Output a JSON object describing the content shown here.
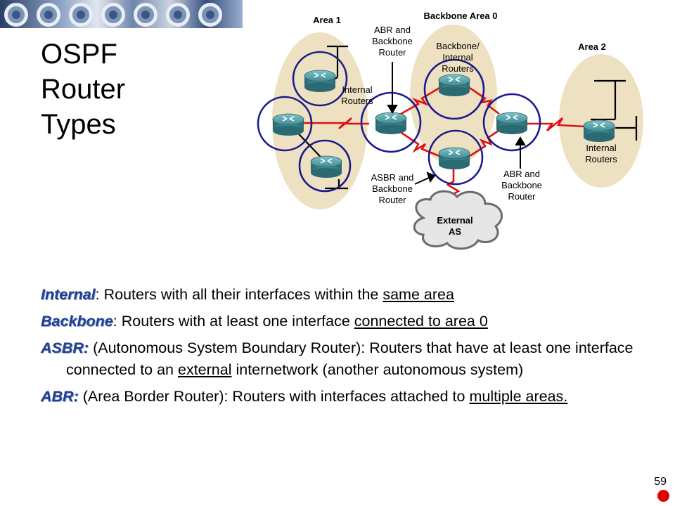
{
  "title": {
    "line1": "OSPF",
    "line2": "Router",
    "line3": "Types"
  },
  "diagram": {
    "area1": "Area 1",
    "backbone": "Backbone Area 0",
    "area2": "Area 2",
    "abr_backbone_top": [
      "ABR and",
      "Backbone",
      "Router"
    ],
    "backbone_internal": [
      "Backbone/",
      "Internal",
      "Routers"
    ],
    "internal_routers_left": [
      "Internal",
      "Routers"
    ],
    "asbr_backbone": [
      "ASBR and",
      "Backbone",
      "Router"
    ],
    "abr_backbone_right": [
      "ABR and",
      "Backbone",
      "Router"
    ],
    "internal_routers_right": [
      "Internal",
      "Routers"
    ],
    "external_as": [
      "External",
      "AS"
    ]
  },
  "bullets": {
    "internal": {
      "term": "Internal",
      "text": ": Routers with all their interfaces within the ",
      "underline": "same area"
    },
    "backbone": {
      "term": "Backbone",
      "text": ": Routers with at least one interface ",
      "underline": "connected to area 0"
    },
    "asbr": {
      "term": "ASBR",
      "colon": ":",
      "text1": " (Autonomous System Boundary Router): Routers that have at least one interface connected to an ",
      "underline": "external",
      "text2": " internetwork (another autonomous system)"
    },
    "abr": {
      "term": "ABR",
      "colon": ":",
      "text1": "  (Area Border Router):  Routers with interfaces attached to ",
      "underline": "multiple areas."
    }
  },
  "page_number": "59",
  "colors": {
    "accent": "#1f3f8f",
    "link": "#e01010",
    "circle": "#1a1a8c",
    "area": "#ede1c2",
    "router": "#3f8b95"
  }
}
